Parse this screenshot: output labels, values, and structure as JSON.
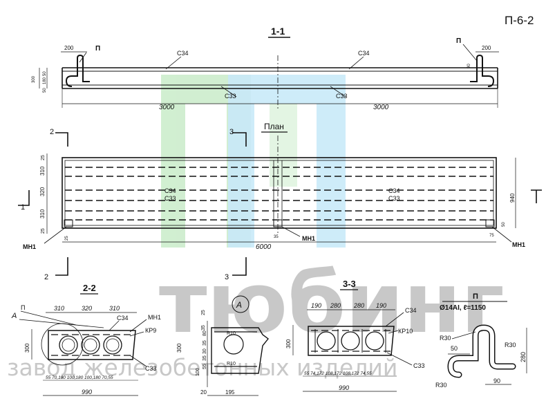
{
  "sheet": {
    "code": "П-6-2"
  },
  "section_1_1": {
    "title": "1-1",
    "labels": {
      "p_left": "П",
      "p_right": "П",
      "c34_a": "С34",
      "c34_b": "С34",
      "c33_a": "С33",
      "c33_b": "С33"
    },
    "dims": {
      "w200_left": "200",
      "w200_right": "200",
      "h300": "300",
      "h50a": "50",
      "h180": "180",
      "h50b": "50",
      "h90": "90",
      "len_left": "3000",
      "len_right": "3000"
    }
  },
  "plan": {
    "title": "План",
    "cut2_top": "2",
    "cut2_bottom": "2",
    "cut3_top": "3",
    "cut3_bottom": "3",
    "cut1_left": "1",
    "labels": {
      "c34_left": "С34",
      "c33_left": "С33",
      "c34_right": "С34",
      "c33_right": "С33",
      "mh1_left": "МН1",
      "mh1_mid": "МН1",
      "mh1_right": "МН1"
    },
    "dims": {
      "d25a": "25",
      "d310a": "310",
      "d320": "320",
      "d310b": "310",
      "d25b": "25",
      "width940": "940",
      "length6000": "6000",
      "d35": "35",
      "d25c": "25",
      "d75": "75",
      "d50": "50"
    }
  },
  "section_2_2": {
    "title": "2-2",
    "labels": {
      "p": "П",
      "a": "А",
      "c34": "С34",
      "mh1": "МН1",
      "kp9": "КР9",
      "c33": "С33"
    },
    "dims": {
      "top": [
        "310",
        "320",
        "310"
      ],
      "h300": "300",
      "bottom": "55 70,180 100,180 100,180 70,55",
      "total": "990"
    }
  },
  "detail_a": {
    "mark": "А",
    "dims": {
      "d25": "25",
      "d35": "35",
      "d80": "80",
      "d35b": "35",
      "d30": "30",
      "d35c": "35",
      "d55": "55",
      "d100": "100",
      "r10a": "R10",
      "r10b": "R10",
      "d20": "20",
      "d195": "195",
      "h300": "300"
    }
  },
  "section_3_3": {
    "title": "3-3",
    "labels": {
      "c34": "С34",
      "kp10": "КР10",
      "c33": "С33"
    },
    "dims": {
      "top": [
        "190",
        "280",
        "280",
        "190"
      ],
      "h300": "300",
      "bottom": "55 74,172 108,172 108,172 74,55",
      "total": "990"
    }
  },
  "bar_p": {
    "title": "П",
    "spec": "Ø14AI, ℓ=1150",
    "dims": {
      "r30a": "R30",
      "r30b": "R30",
      "r30c": "R30",
      "d50": "50",
      "d90": "90",
      "d280": "280"
    }
  },
  "watermark": {
    "brand": "тюбинг",
    "tagline": "завод железобетонных изделий"
  },
  "colors": {
    "ink": "#111111",
    "logo_green": "#c9ecc9",
    "logo_blue": "#bfe6f7",
    "watermark_gray": "#c8c8c8"
  }
}
